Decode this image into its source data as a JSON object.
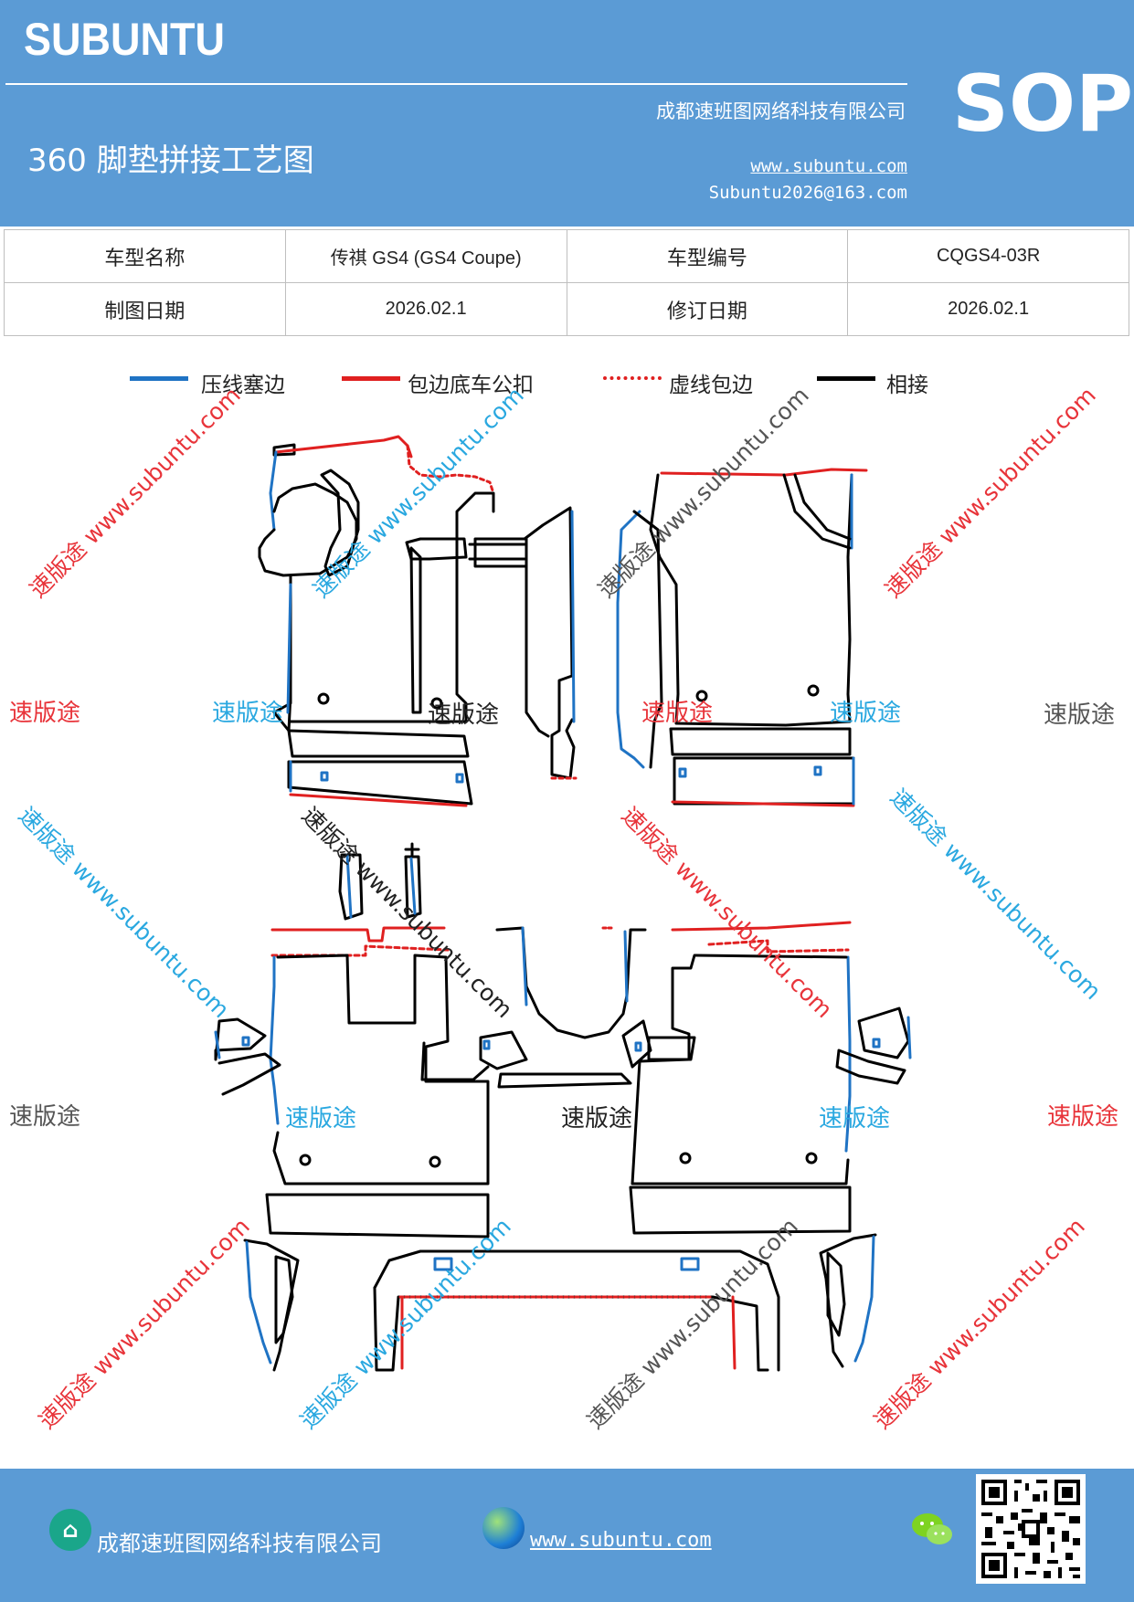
{
  "header": {
    "brand": "SUBUNTU",
    "badge": "SOP",
    "title": "360 脚垫拼接工艺图",
    "company": "成都速班图网络科技有限公司",
    "website": "www.subuntu.com",
    "email": "Subuntu2026@163.com"
  },
  "info_table": {
    "rows": [
      [
        "车型名称",
        "传祺 GS4 (GS4 Coupe)",
        "车型编号",
        "CQGS4-03R"
      ],
      [
        "制图日期",
        "2026.02.1",
        "修订日期",
        "2026.02.1"
      ]
    ]
  },
  "legend": [
    {
      "label": "压线塞边",
      "color": "#1f73c4",
      "style": "solid"
    },
    {
      "label": "包边底车公扣",
      "color": "#e02020",
      "style": "solid"
    },
    {
      "label": "虚线包边",
      "color": "#e02020",
      "style": "dotted"
    },
    {
      "label": "相接",
      "color": "#000000",
      "style": "solid"
    }
  ],
  "watermarks": {
    "text_short": "速版途",
    "text_long": "速版途 www.subuntu.com"
  },
  "colors": {
    "header_bg": "#5b9bd5",
    "blue_edge": "#1f73c4",
    "red_edge": "#e02020",
    "wm_red": "#e8343a",
    "wm_blue": "#2aa8e0",
    "wm_gray": "#555555"
  },
  "footer": {
    "company": "成都速班图网络科技有限公司",
    "website": "www.subuntu.com",
    "icon_company": "home-icon",
    "icon_web": "globe-icon",
    "icon_wechat": "wechat-icon",
    "qr": "qr-code"
  }
}
